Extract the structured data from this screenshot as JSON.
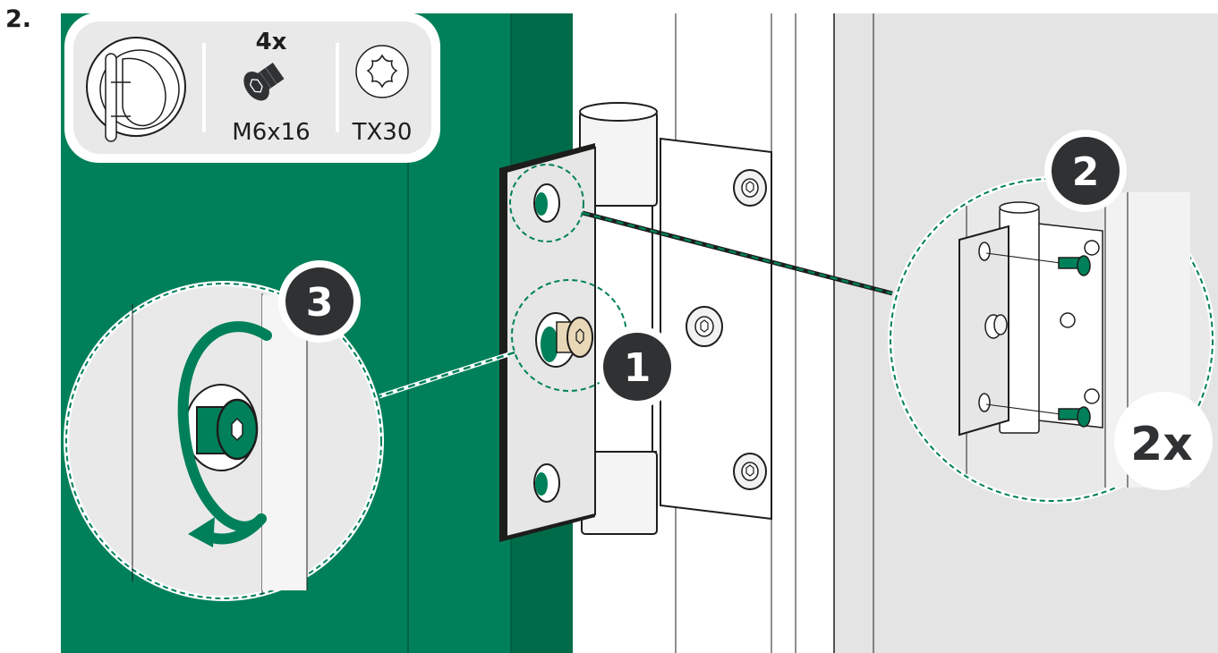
{
  "step": {
    "number": "2."
  },
  "parts_box": {
    "quantity": "4x",
    "screw_label": "M6x16",
    "tool_label": "TX30",
    "icons": [
      "hinge-pin-cap-icon",
      "countersunk-screw-icon",
      "torx-bit-icon"
    ]
  },
  "callouts": [
    {
      "number": "1"
    },
    {
      "number": "2",
      "quantity": "2x"
    },
    {
      "number": "3"
    }
  ],
  "colors": {
    "door_green": "#00805a",
    "door_green_dark": "#006b48",
    "badge": "#2f3133",
    "dashed_line": "#00805a",
    "frame_grey": "#e4e4e4",
    "insert_beige": "#e9d8b8"
  }
}
